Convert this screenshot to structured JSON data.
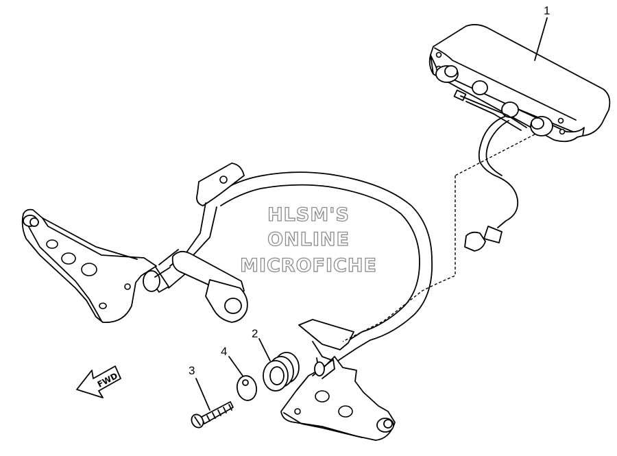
{
  "diagram": {
    "callouts": [
      {
        "id": "callout-1",
        "label": "1",
        "part": "tail light assembly"
      },
      {
        "id": "callout-2",
        "label": "2",
        "part": "grommet"
      },
      {
        "id": "callout-3",
        "label": "3",
        "part": "screw"
      },
      {
        "id": "callout-4",
        "label": "4",
        "part": "washer"
      }
    ],
    "watermark": [
      "HLSM'S",
      "ONLINE",
      "MICROFICHE"
    ],
    "direction_arrow": "FWD"
  }
}
